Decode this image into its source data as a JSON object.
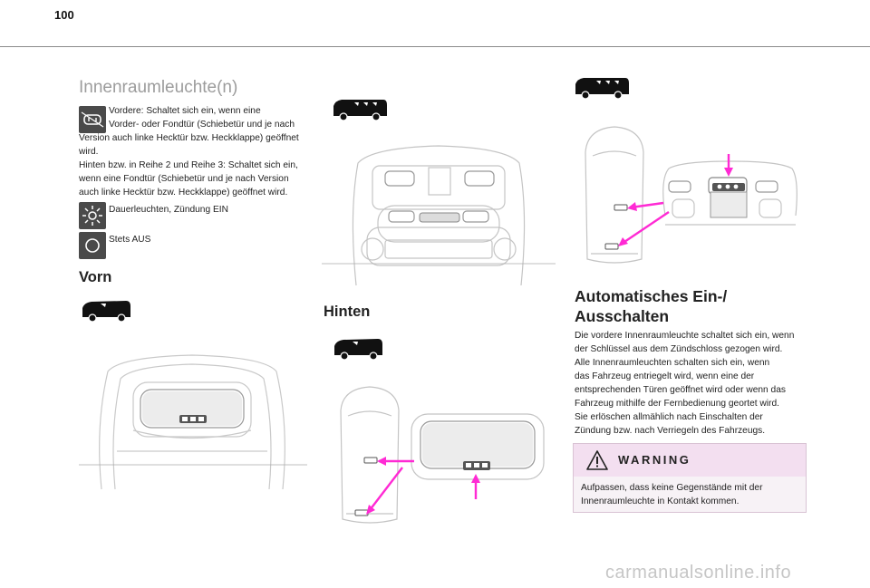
{
  "page": {
    "number": "100",
    "watermark": "carmanualsonline.info"
  },
  "left": {
    "title": "Innenraumleuchte(n)",
    "item_doors": {
      "icon": "door-lamp-icon",
      "line1": "Vordere: Schaltet sich ein, wenn eine",
      "line2": "Vorder- oder Fondtür (Schiebetür und je nach",
      "line3": "Version auch linke Hecktür bzw. Heckklappe) geöffnet",
      "line4": "wird.",
      "line5": "Hinten bzw. in Reihe 2 und Reihe 3: Schaltet sich ein,",
      "line6": "wenn eine Fondtür (Schiebetür und je nach Version",
      "line7": "auch linke Hecktür bzw. Heckklappe) geöffnet wird."
    },
    "item_permanent": {
      "icon": "sun-lamp-icon",
      "text": "Dauerleuchten, Zündung EIN"
    },
    "item_off": {
      "icon": "circle-off-icon",
      "text": "Stets AUS"
    },
    "vorn_heading": "Vorn"
  },
  "middle": {
    "hinten_heading": "Hinten"
  },
  "right": {
    "auto_heading_1": "Automatisches Ein-/",
    "auto_heading_2": "Ausschalten",
    "auto_lines": [
      "Die vordere Innenraumleuchte schaltet sich ein, wenn",
      "der Schlüssel aus dem Zündschloss gezogen wird.",
      "Alle Innenraumleuchten schalten sich ein, wenn",
      "das Fahrzeug entriegelt wird, wenn eine der",
      "entsprechenden Türen geöffnet wird oder wenn das",
      "Fahrzeug mithilfe der Fernbedienung geortet wird.",
      "Sie erlöschen allmählich nach Einschalten der",
      "Zündung bzw. nach Verriegeln des Fahrzeugs."
    ],
    "warning_label": "WARNING",
    "warning_line1": "Aufpassen, dass keine Gegenstände mit der",
    "warning_line2": "Innenraumleuchte in Kontakt kommen."
  },
  "colors": {
    "accent_arrow": "#ff2ad4",
    "warning_bg": "#f3dff0"
  }
}
